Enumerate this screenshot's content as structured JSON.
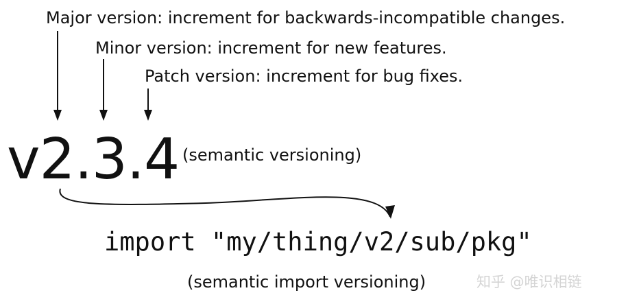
{
  "annotations": {
    "major": "Major version: increment for backwards-incompatible changes.",
    "minor": "Minor version: increment for new features.",
    "patch": "Patch version: increment for bug fixes."
  },
  "version": "v2.3.4",
  "semver_caption": "(semantic versioning)",
  "import_statement": "import \"my/thing/v2/sub/pkg\"",
  "semantic_import_caption": "(semantic import versioning)",
  "watermark": "知乎 @唯识相链",
  "colors": {
    "text": "#111111",
    "arrow": "#111111",
    "watermark": "#d4d4d4"
  }
}
